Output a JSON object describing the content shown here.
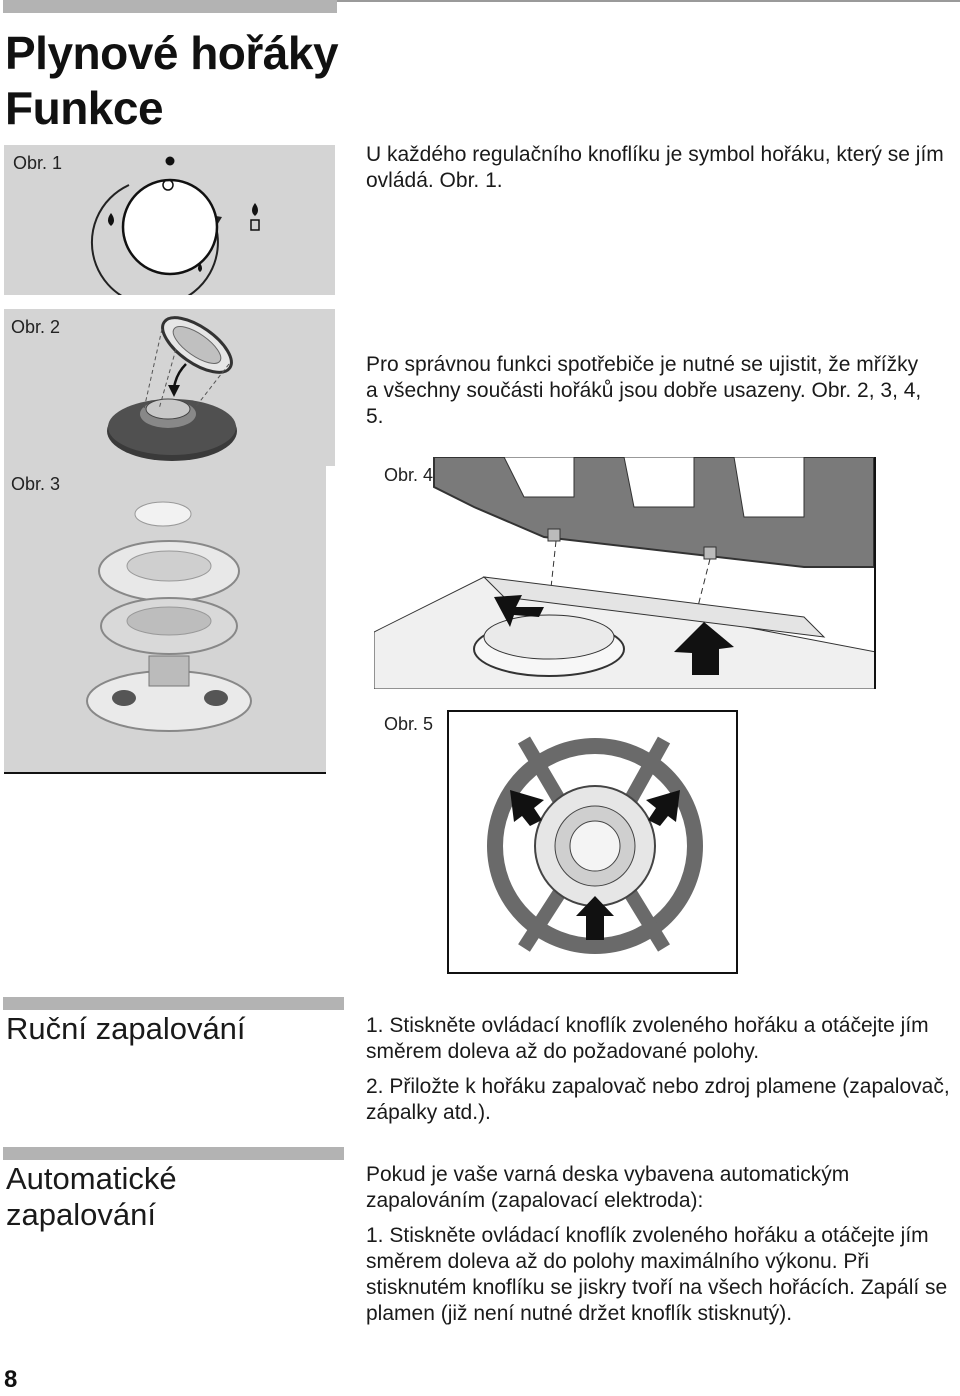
{
  "header": {
    "title_line1": "Plynové hořáky",
    "title_line2": "Funkce"
  },
  "figures": {
    "fig1_label": "Obr. 1",
    "fig2_label": "Obr. 2",
    "fig3_label": "Obr. 3",
    "fig4_label": "Obr. 4",
    "fig5_label": "Obr. 5"
  },
  "paragraphs": {
    "intro": "U každého regulačního knoflíku je symbol hořáku, který se jím ovládá. Obr. 1.",
    "check_parts": "Pro správnou funkci spotřebiče je nutné se ujistit, že mřížky a všechny součásti hořáků jsou dobře usazeny. Obr. 2, 3, 4, 5."
  },
  "manual_ignition": {
    "heading": "Ruční zapalování",
    "step1": "1. Stiskněte ovládací knoflík zvoleného hořáku a otáčejte jím směrem doleva až do požadované polohy.",
    "step2": "2. Přiložte k hořáku zapalovač nebo zdroj plamene (zapalovač, zápalky atd.)."
  },
  "auto_ignition": {
    "heading_line1": "Automatické",
    "heading_line2": "zapalování",
    "intro": "Pokud je vaše varná deska vybavena automatickým zapalováním (zapalovací elektroda):",
    "step1": "1. Stiskněte ovládací knoflík zvoleného hořáku a otáčejte jím směrem doleva až do polohy maximálního výkonu. Při stisknutém knoflíku se jiskry tvoří na všech hořácích. Zapálí se plamen (již není nutné držet knoflík stisknutý)."
  },
  "footer": {
    "page_number": "8"
  }
}
